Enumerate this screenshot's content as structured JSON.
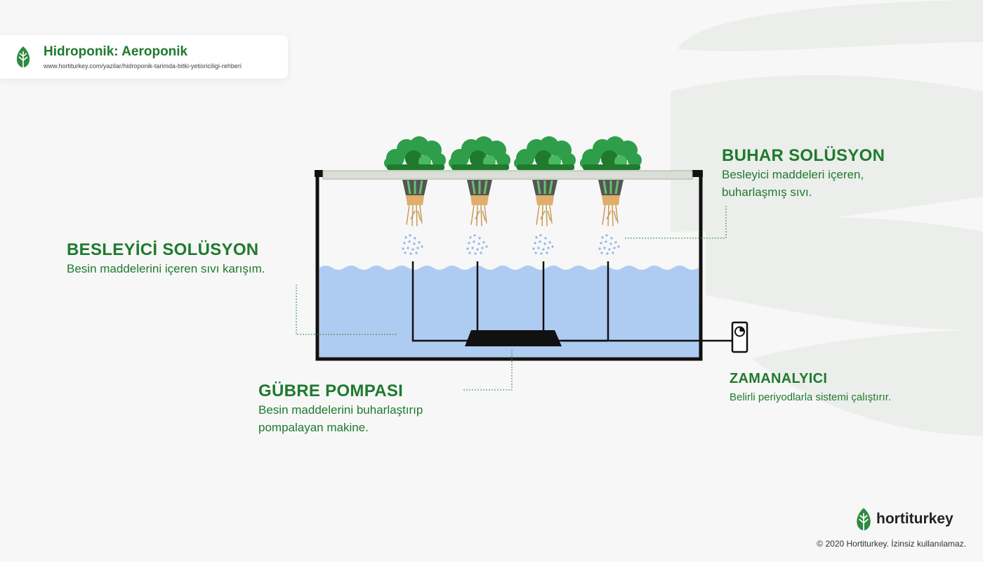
{
  "header": {
    "title": "Hidroponik: Aeroponik",
    "url": "www.hortiturkey.com/yazilar/hidroponik-tarimda-bitki-yetisriciligi-rehberi"
  },
  "labels": {
    "buhar": {
      "title": "BUHAR SOLÜSYON",
      "desc": [
        "Besleyici maddeleri içeren,",
        "buharlaşmış sıvı."
      ]
    },
    "besleyici": {
      "title": "BESLEYİCİ SOLÜSYON",
      "desc": [
        "Besin maddelerini içeren sıvı karışım."
      ]
    },
    "gubre": {
      "title": "GÜBRE POMPASI",
      "desc": [
        "Besin maddelerini buharlaştırıp",
        "pompalayan makine."
      ]
    },
    "zamanlayici": {
      "title": "ZAMANALYICI",
      "desc": [
        "Belirli periyodlarla sistemi çalıştırır."
      ]
    }
  },
  "brand": {
    "name": "hortiturkey",
    "copyright": "© 2020 Hortiturkey. İzinsiz kullanılamaz."
  },
  "colors": {
    "green": "#1f7a2e",
    "water": "#aecbf2",
    "foliage": "#2f9e4a",
    "root": "#dfae6b"
  },
  "icons": [
    "leaf-icon",
    "plant-icon",
    "timer-icon"
  ]
}
